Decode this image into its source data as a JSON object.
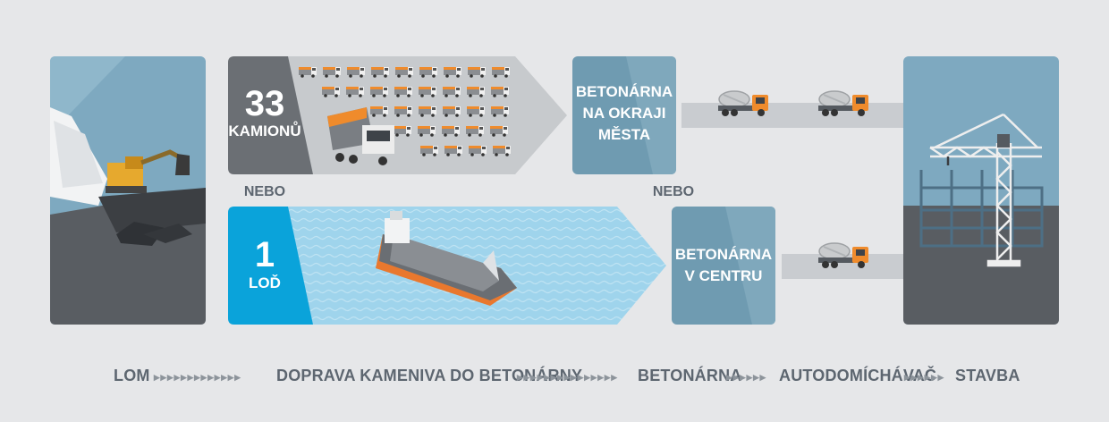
{
  "diagram": {
    "truck_route": {
      "count": "33",
      "unit": "KAMIONŮ"
    },
    "ship_route": {
      "count": "1",
      "unit": "LOĎ"
    },
    "or_label_left": "NEBO",
    "or_label_right": "NEBO",
    "plant_outskirts": {
      "line1": "BETONÁRNA",
      "line2": "NA OKRAJI",
      "line3": "MĚSTA"
    },
    "plant_center": {
      "line1": "BETONÁRNA",
      "line2": "V CENTRU"
    }
  },
  "legend": {
    "steps": [
      "LOM",
      "DOPRAVA KAMENIVA DO BETONÁRNY",
      "BETONÁRNA",
      "AUTODOMÍCHÁVAČ",
      "STAVBA"
    ],
    "arrow_groups": [
      "▸▸▸▸▸▸▸▸▸▸▸▸▸",
      "▸▸▸▸▸▸▸▸▸▸▸▸▸▸▸",
      "▸▸▸▸▸▸",
      "▸▸▸▸▸▸"
    ]
  },
  "colors": {
    "dark_panel": "#6b6f74",
    "ship_accent": "#0aa3da",
    "plant_box": "#6f9bb1",
    "sky": "#7ea9c0",
    "road": "#c9ccd0"
  },
  "icons": [
    "excavator-icon",
    "dump-truck-icon",
    "cargo-ship-icon",
    "concrete-mixer-truck-icon",
    "tower-crane-icon"
  ]
}
